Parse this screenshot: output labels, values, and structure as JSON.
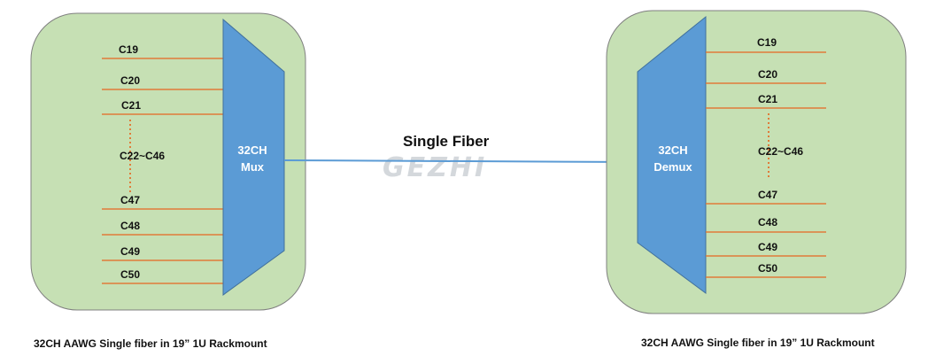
{
  "colors": {
    "panel_fill": "#c6e0b4",
    "panel_stroke": "#7f7f7f",
    "device_fill": "#5b9bd5",
    "device_stroke": "#41719c",
    "channel_line": "#e07b39",
    "fiber_line": "#5b9bd5",
    "watermark": "#d4d8dc"
  },
  "fiber_label": "Single Fiber",
  "watermark_text": "GEZHI",
  "left": {
    "device_name_line1": "32CH",
    "device_name_line2": "Mux",
    "channels_top": [
      "C19",
      "C20",
      "C21"
    ],
    "channels_middle": "C22~C46",
    "channels_bottom": [
      "C47",
      "C48",
      "C49",
      "C50"
    ],
    "caption": "32CH AAWG Single fiber in 19” 1U Rackmount"
  },
  "right": {
    "device_name_line1": "32CH",
    "device_name_line2": "Demux",
    "channels_top": [
      "C19",
      "C20",
      "C21"
    ],
    "channels_middle": "C22~C46",
    "channels_bottom": [
      "C47",
      "C48",
      "C49",
      "C50"
    ],
    "caption": "32CH AAWG Single fiber in 19” 1U Rackmount"
  }
}
